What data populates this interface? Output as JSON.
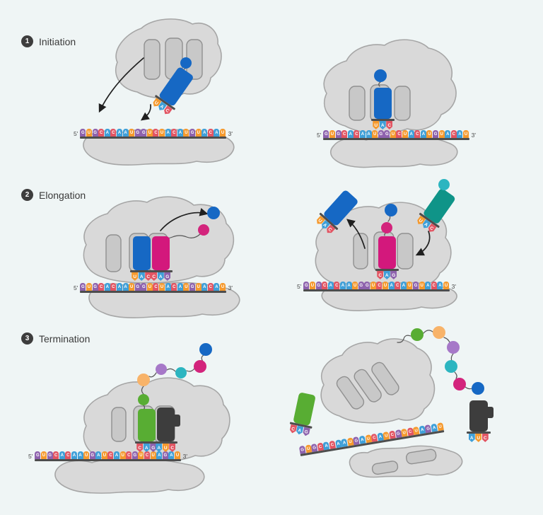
{
  "steps": [
    {
      "number": "1",
      "label": "Initiation"
    },
    {
      "number": "2",
      "label": "Elongation"
    },
    {
      "number": "3",
      "label": "Termination"
    }
  ],
  "labels": {
    "five_prime": "5'",
    "three_prime": "3'"
  },
  "sequences": {
    "mrna_initiation_elongation": "GUGCACAAUGGUCUACAUGUACAU",
    "mrna_termination": "GUGCACAAUGAUCAUCGUCUAGAU",
    "met_trna_anticodon": "UAC",
    "second_trna_anticodon": "CAG",
    "release_factor_tag": "AUC"
  },
  "chains": {
    "initiation_aa": "blue",
    "elongation_transfer_aa": "blue",
    "elongation_a_site_aa": "magenta",
    "incoming_aa": "teal",
    "dipeptide": [
      "magenta",
      "blue"
    ],
    "polypeptide": [
      "green",
      "orange",
      "purple",
      "teal",
      "magenta",
      "blue"
    ]
  },
  "palette": {
    "background": "#eff5f5",
    "nucleotides": {
      "A": "#3f9fd8",
      "U": "#f5992d",
      "G": "#8e62ad",
      "C": "#e25563"
    },
    "amino": {
      "blue": "#1668c4",
      "magenta": "#d3247c",
      "green": "#58ad33",
      "orange": "#f8b369",
      "purple": "#a678c8",
      "teal": "#2cb5c0"
    },
    "trna": {
      "met": "#1668c4",
      "val": "#d3187c",
      "incoming": "#0f9488",
      "terminal": "#58ad33",
      "release_factor": "#3d3d3d"
    },
    "ribosome": {
      "fill": "#d9d9d9",
      "stroke": "#a6a6a6",
      "slot_fill": "#c8c8c8",
      "slot_stroke": "#909090"
    },
    "strand_rail": "#4d4d4d",
    "arrow": "#1f1f1f",
    "connector": "#555555"
  }
}
